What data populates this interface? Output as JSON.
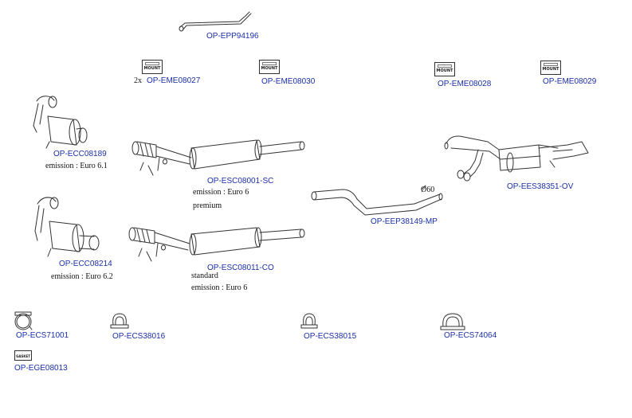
{
  "parts": {
    "tailpipe": {
      "code": "OP-EPP94196"
    },
    "mount1": {
      "qty": "2x",
      "code": "OP-EME08027",
      "tag": "MOUNT"
    },
    "mount2": {
      "code": "OP-EME08030",
      "tag": "MOUNT"
    },
    "mount3": {
      "code": "OP-EME08028",
      "tag": "MOUNT"
    },
    "mount4": {
      "code": "OP-EME08029",
      "tag": "MOUNT"
    },
    "dpf1": {
      "code": "OP-ECC08189",
      "note": "emission : Euro 6.1"
    },
    "dpf2": {
      "code": "OP-ECC08214",
      "note": "emission : Euro 6.2"
    },
    "front_silencer1": {
      "code": "OP-ESC08001-SC",
      "note1": "emission : Euro 6",
      "note2": "premium"
    },
    "front_silencer2": {
      "code": "OP-ESC08011-CO",
      "note1": "standard",
      "note2": "emission : Euro 6"
    },
    "middle_pipe": {
      "code": "OP-EEP38149-MP",
      "diameter": "Ø60"
    },
    "rear_silencer": {
      "code": "OP-EES38351-OV"
    },
    "clamp1": {
      "code": "OP-ECS71001"
    },
    "clamp2": {
      "code": "OP-ECS38016"
    },
    "clamp3": {
      "code": "OP-ECS38015"
    },
    "clamp4": {
      "code": "OP-ECS74064"
    },
    "gasket": {
      "code": "OP-EGE08013",
      "tag": "GASKET"
    }
  },
  "colors": {
    "label": "#1a2fa8",
    "note": "#111111",
    "line": "#333333"
  }
}
